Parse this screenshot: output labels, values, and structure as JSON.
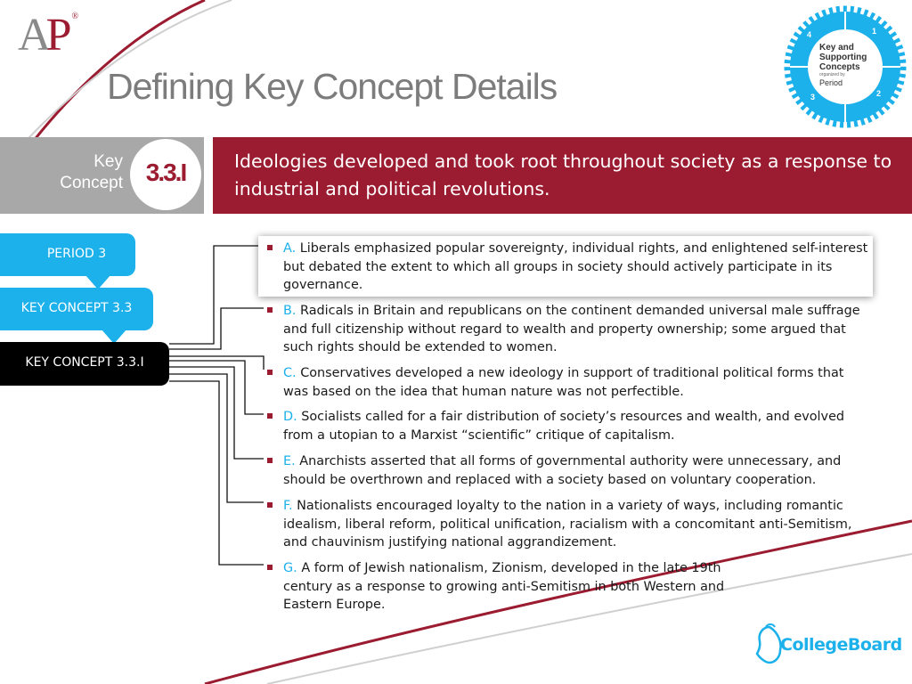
{
  "logo": {
    "a": "A",
    "p": "P",
    "reg": "®"
  },
  "title": "Defining Key Concept Details",
  "badge": {
    "line1": "Key and",
    "line2": "Supporting",
    "line3": "Concepts",
    "line4": "organized by",
    "line5": "Period",
    "numbers": [
      "1",
      "2",
      "3",
      "4"
    ]
  },
  "key_concept": {
    "label_line1": "Key",
    "label_line2": "Concept",
    "number": "3.3.I",
    "statement": "Ideologies developed and took root throughout society as a response to industrial and political revolutions."
  },
  "nav": {
    "period": "PERIOD 3",
    "key_concept": "KEY CONCEPT 3.3",
    "key_concept_detail": "KEY CONCEPT 3.3.I"
  },
  "items": [
    {
      "letter": "A.",
      "text": "Liberals emphasized popular sovereignty, individual rights, and enlightened self-interest but debated the extent to which all groups in society should actively participate in its governance."
    },
    {
      "letter": "B.",
      "text": "Radicals in Britain and republicans on the continent demanded universal male suffrage and full citizenship without regard to wealth and property ownership; some argued that such rights should be extended to women."
    },
    {
      "letter": "C.",
      "text": "Conservatives developed a new ideology in support of traditional political forms that was based on the idea that human nature was not perfectible."
    },
    {
      "letter": "D.",
      "text": "Socialists called for a fair distribution of society’s resources and wealth, and evolved from a utopian to a Marxist “scientific” critique of capitalism."
    },
    {
      "letter": "E.",
      "text": "Anarchists asserted that all forms of governmental authority were unnecessary, and should be overthrown and replaced with a society based on voluntary cooperation."
    },
    {
      "letter": "F.",
      "text": "Nationalists encouraged loyalty to the nation in a variety of ways, including romantic idealism, liberal reform, political unification, racialism with a concomitant anti-Semitism, and chauvinism justifying national aggrandizement."
    },
    {
      "letter": "G.",
      "text": "A form of Jewish nationalism, Zionism, developed in the late 19th century as a response to growing anti-Semitism in both Western and Eastern Europe."
    }
  ],
  "footer": {
    "brand": "CollegeBoard"
  },
  "colors": {
    "accent_red": "#9b1b30",
    "accent_blue": "#1cb1eb",
    "gray": "#a8a8a8"
  }
}
